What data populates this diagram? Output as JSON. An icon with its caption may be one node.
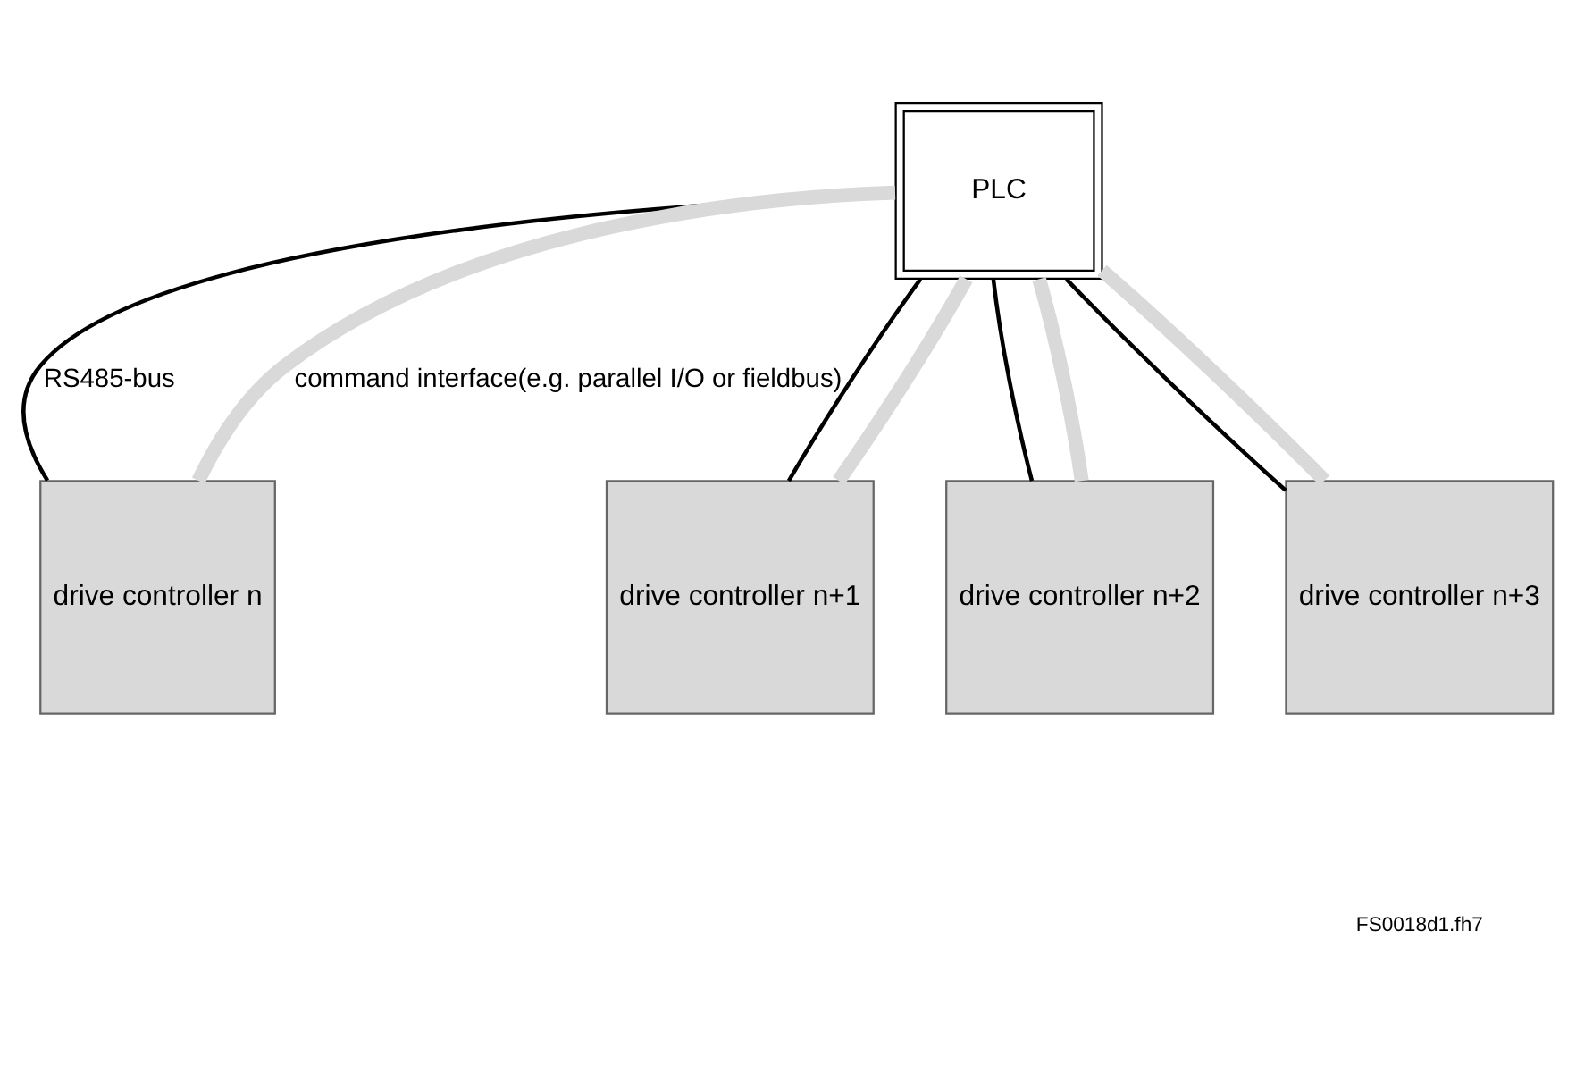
{
  "diagram": {
    "nodes": [
      {
        "text": [
          "PLC"
        ]
      },
      {
        "text": [
          "drive controller n"
        ]
      },
      {
        "text": [
          "drive controller n+1"
        ]
      },
      {
        "text": [
          "drive controller n+2"
        ]
      },
      {
        "text": [
          "drive controller n+3"
        ]
      }
    ],
    "edges": [
      {
        "from": 0,
        "to": 1,
        "arrow": "none",
        "label": "RS485-bus"
      },
      {
        "from": 0,
        "to": 2,
        "arrow": "none"
      },
      {
        "from": 0,
        "to": 3,
        "arrow": "none"
      },
      {
        "from": 0,
        "to": 4,
        "arrow": "none"
      },
      {
        "from": 0,
        "to": 1,
        "arrow": "none",
        "style": "thick",
        "color": "#d9d9d9",
        "label": "command interface(e.g. parallel I/O or fieldbus)"
      },
      {
        "from": 0,
        "to": 2,
        "arrow": "none",
        "style": "thick",
        "color": "#d9d9d9"
      },
      {
        "from": 0,
        "to": 3,
        "arrow": "none",
        "style": "thick",
        "color": "#d9d9d9"
      },
      {
        "from": 0,
        "to": 4,
        "arrow": "none",
        "style": "thick",
        "color": "#d9d9d9"
      }
    ],
    "labels": [
      "FS0018d1.fh7"
    ]
  }
}
